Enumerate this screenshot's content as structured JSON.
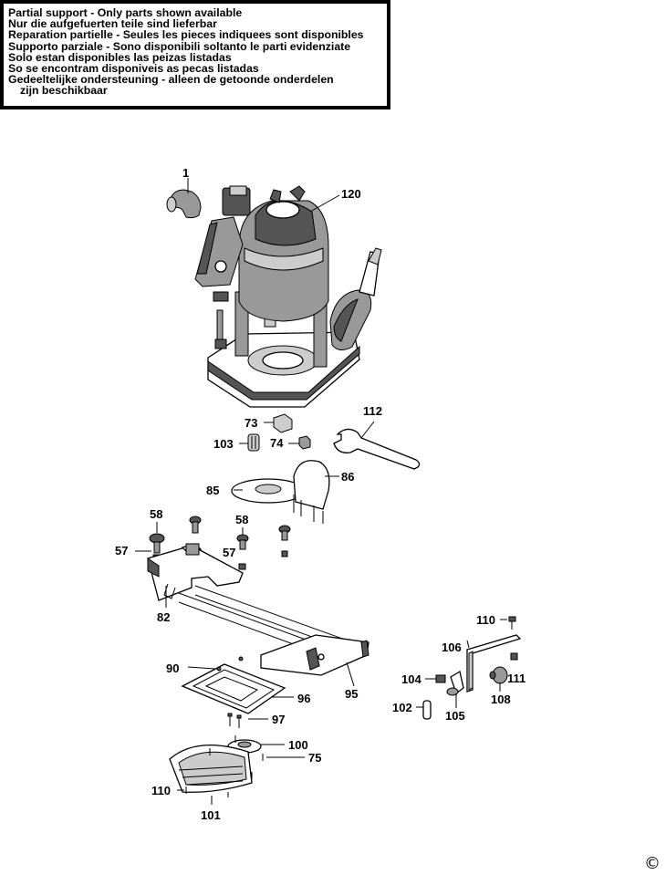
{
  "notice": {
    "lines": [
      "Partial support - Only parts shown available",
      "Nur die aufgefuerten teile sind lieferbar",
      "Reparation partielle - Seules les pieces indiquees sont disponibles",
      "Supporto parziale - Sono disponibili soltanto le parti evidenziate",
      "Solo estan disponibles las peizas listadas",
      "So se encontram disponiveis as pecas listadas",
      "Gedeeltelijke ondersteuning - alleen de getoonde onderdelen",
      "zijn beschikbaar"
    ]
  },
  "parts": {
    "p1": "1",
    "p120": "120",
    "p112": "112",
    "p73": "73",
    "p103": "103",
    "p74": "74",
    "p85": "85",
    "p86": "86",
    "p58a": "58",
    "p58b": "58",
    "p57a": "57",
    "p57b": "57",
    "p82": "82",
    "p110a": "110",
    "p106": "106",
    "p104": "104",
    "p111": "111",
    "p90": "90",
    "p95": "95",
    "p96": "96",
    "p102": "102",
    "p105": "105",
    "p108": "108",
    "p97": "97",
    "p100": "100",
    "p75": "75",
    "p110b": "110",
    "p101": "101"
  },
  "copyright": "©"
}
